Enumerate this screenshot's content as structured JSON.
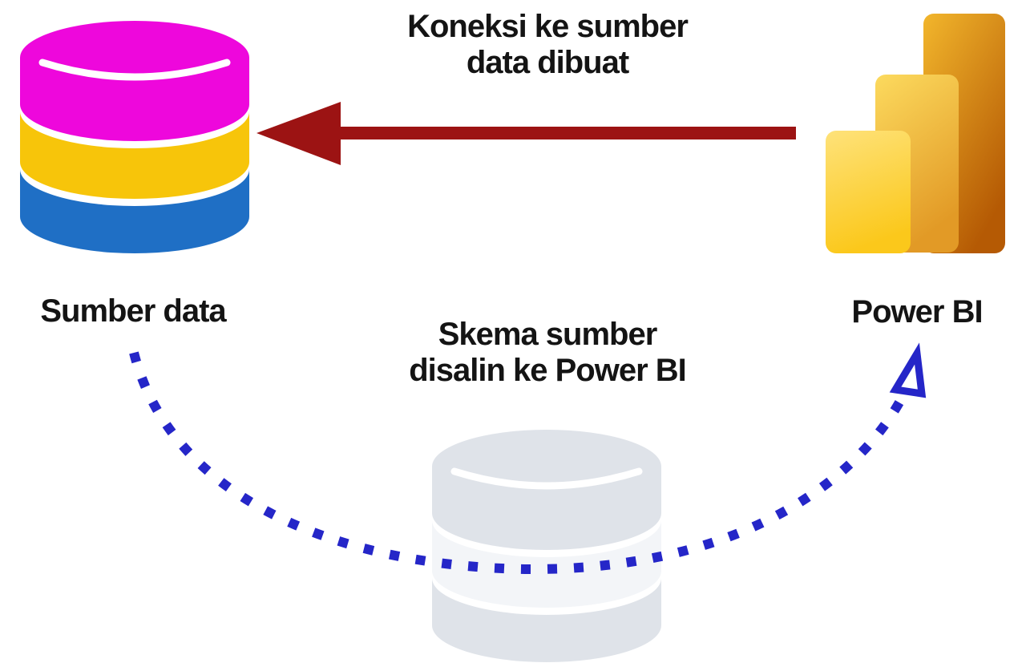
{
  "captions": {
    "connection": {
      "line1": "Koneksi ke sumber",
      "line2": "data dibuat"
    },
    "schema": {
      "line1": "Skema sumber",
      "line2": "disalin ke Power BI"
    }
  },
  "labels": {
    "source": "Sumber data",
    "powerbi": "Power BI"
  },
  "colors": {
    "text": "#141414",
    "solid_arrow": "#9C1313",
    "dotted_arrow": "#2526C8",
    "db_magenta": "#EE07DC",
    "db_yellow": "#F7C50A",
    "db_blue": "#1F6FC5",
    "db_highlight": "#FFFFFF",
    "ghost_band": "#DFE3E9",
    "ghost_middle": "#F3F5F8",
    "pbi_back_top": "#F2B62C",
    "pbi_back_bottom": "#B55A04",
    "pbi_mid_top": "#FCDA5E",
    "pbi_mid_bottom": "#E29A26",
    "pbi_front_top": "#FEE27A",
    "pbi_front_bottom": "#FBC81B"
  },
  "icons": {
    "source_database": "database-icon",
    "powerbi_logo": "powerbi-bars-icon",
    "ghost_database": "ghost-database-icon",
    "solid_arrow": "arrow-left-icon",
    "dotted_arrow": "dotted-curve-arrow-icon"
  }
}
